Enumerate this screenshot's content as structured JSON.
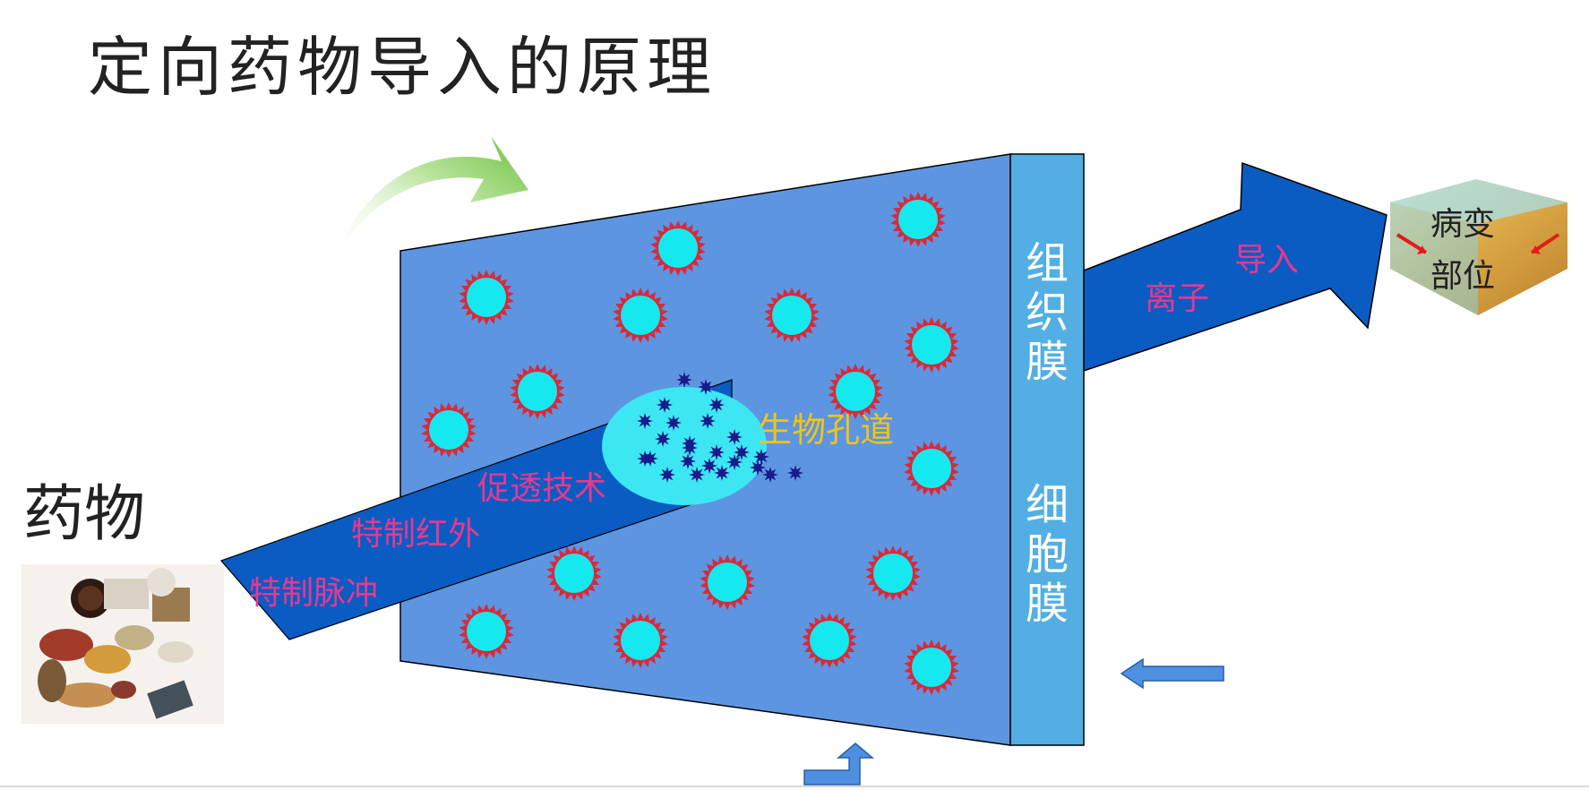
{
  "slide": {
    "title": "定向药物导入的原理",
    "drug_label": "药物",
    "techniques": [
      "特制脉冲",
      "特制红外",
      "促透技术"
    ],
    "channel_label": "生物孔道",
    "membrane_top": [
      "组",
      "织",
      "膜"
    ],
    "membrane_bottom": [
      "细",
      "胞",
      "膜"
    ],
    "ion_label": "离子",
    "import_label": "导入",
    "lesion_line1": "病变",
    "lesion_line2": "部位"
  },
  "colors": {
    "panel": "#5e95e0",
    "membrane": "#52aee3",
    "dark_arrow": "#0a5cc2",
    "cell_core": "#16e8f0",
    "cell_ring": "#d82a3a",
    "channel": "#3de6f3",
    "molecule": "#1a1a8c",
    "magenta_text": "#e8388f",
    "yellow_text": "#f0c418",
    "green_arrow": "#7fcb4a",
    "title_text": "#222222"
  },
  "icons": {
    "drug_picture": "herbal-medicine-image",
    "lesion_picture": "tissue-cube-image"
  }
}
